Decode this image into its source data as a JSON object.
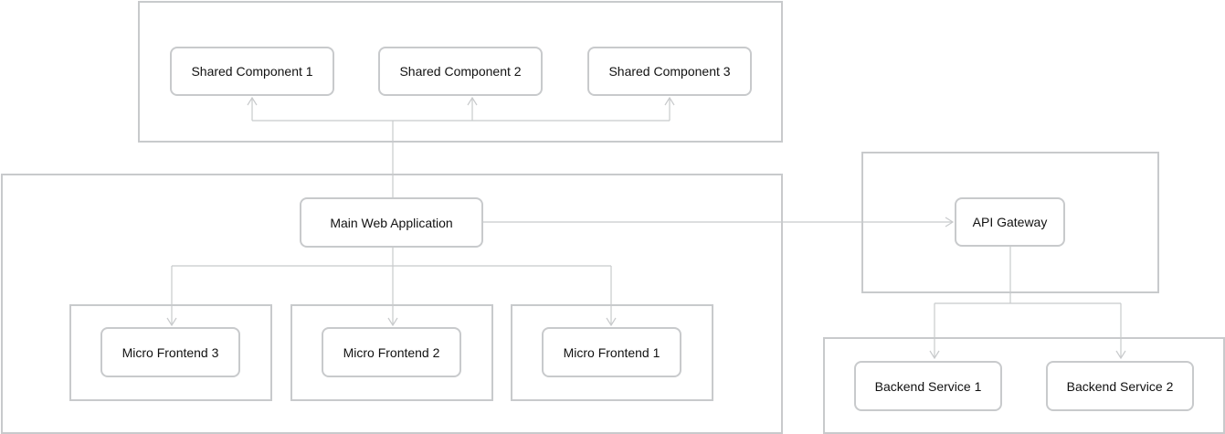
{
  "nodes": {
    "shared_component_1": "Shared Component 1",
    "shared_component_2": "Shared Component 2",
    "shared_component_3": "Shared Component 3",
    "main_web_application": "Main Web Application",
    "api_gateway": "API Gateway",
    "micro_frontend_3": "Micro Frontend 3",
    "micro_frontend_2": "Micro Frontend 2",
    "micro_frontend_1": "Micro Frontend 1",
    "backend_service_1": "Backend Service 1",
    "backend_service_2": "Backend Service 2"
  },
  "edges": [
    {
      "from": "Main Web Application",
      "to": "Shared Component 1"
    },
    {
      "from": "Main Web Application",
      "to": "Shared Component 2"
    },
    {
      "from": "Main Web Application",
      "to": "Shared Component 3"
    },
    {
      "from": "Main Web Application",
      "to": "API Gateway"
    },
    {
      "from": "Main Web Application",
      "to": "Micro Frontend 3"
    },
    {
      "from": "Main Web Application",
      "to": "Micro Frontend 2"
    },
    {
      "from": "Main Web Application",
      "to": "Micro Frontend 1"
    },
    {
      "from": "API Gateway",
      "to": "Backend Service 1"
    },
    {
      "from": "API Gateway",
      "to": "Backend Service 2"
    }
  ],
  "colors": {
    "border": "#c8cacc",
    "text": "#111111",
    "background": "#ffffff"
  }
}
